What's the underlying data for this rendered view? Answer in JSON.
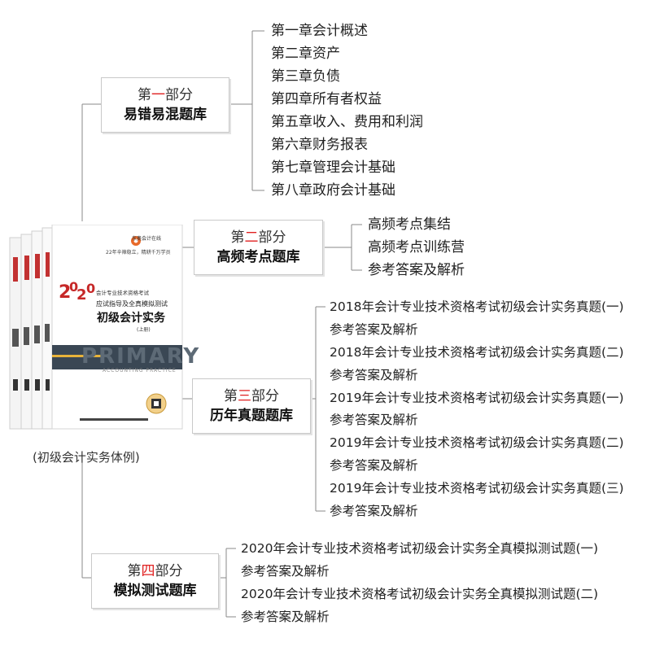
{
  "caption": "(初级会计实务体例)",
  "accent_color": "#e02020",
  "book": {
    "publisher_mark": "东奥会计在线",
    "slogan": "22年辛辣稳立，精耕千万学员",
    "year": "2020",
    "series_line1": "会计专业技术资格考试",
    "series_line2": "应试指导及全真模拟测试",
    "title": "初级会计实务",
    "volume": "(上册)",
    "watermark": "PRIMARY",
    "tagline": "ACCOUNTING PRACTICE"
  },
  "parts": [
    {
      "pre": "第",
      "num": "一",
      "post": "部分",
      "name": "易错易混题库",
      "items": [
        "第一章会计概述",
        "第二章资产",
        "第三章负债",
        "第四章所有者权益",
        "第五章收入、费用和利润",
        "第六章财务报表",
        "第七章管理会计基础",
        "第八章政府会计基础"
      ]
    },
    {
      "pre": "第",
      "num": "二",
      "post": "部分",
      "name": "高频考点题库",
      "items": [
        "高频考点集结",
        "高频考点训练营",
        "参考答案及解析"
      ]
    },
    {
      "pre": "第",
      "num": "三",
      "post": "部分",
      "name": "历年真题题库",
      "items": [
        "2018年会计专业技术资格考试初级会计实务真题(一)",
        "参考答案及解析",
        "2018年会计专业技术资格考试初级会计实务真题(二)",
        "参考答案及解析",
        "2019年会计专业技术资格考试初级会计实务真题(一)",
        "参考答案及解析",
        "2019年会计专业技术资格考试初级会计实务真题(二)",
        "参考答案及解析",
        "2019年会计专业技术资格考试初级会计实务真题(三)",
        "参考答案及解析"
      ]
    },
    {
      "pre": "第",
      "num": "四",
      "post": "部分",
      "name": "模拟测试题库",
      "items": [
        "2020年会计专业技术资格考试初级会计实务全真模拟测试题(一)",
        "参考答案及解析",
        "2020年会计专业技术资格考试初级会计实务全真模拟测试题(二)",
        "参考答案及解析"
      ]
    }
  ]
}
